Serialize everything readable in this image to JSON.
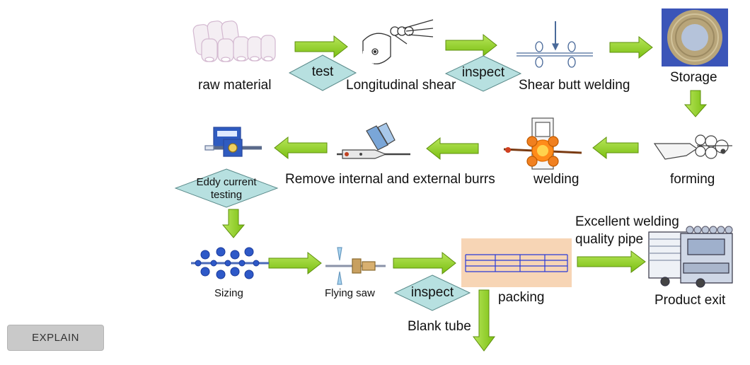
{
  "steps": {
    "raw_material": "raw material",
    "longitudinal_shear": "Longitudinal shear",
    "shear_butt_welding": "Shear butt welding",
    "storage": "Storage",
    "forming": "forming",
    "welding": "welding",
    "remove_burrs": "Remove internal and external burrs",
    "sizing": "Sizing",
    "flying_saw": "Flying saw",
    "packing": "packing",
    "product_exit": "Product exit"
  },
  "checks": {
    "test": "test",
    "inspect_1": "inspect",
    "eddy_line1": "Eddy current",
    "eddy_line2": "testing",
    "inspect_2": "inspect"
  },
  "notes": {
    "excellent_line1": "Excellent welding",
    "excellent_line2": "quality pipe",
    "blank_tube": "Blank tube"
  },
  "button": {
    "explain": "EXPLAIN"
  },
  "colors": {
    "arrow": "#8ecd1e",
    "arrow_stroke": "#5e8f0c",
    "diamond": "#b7e0e0",
    "diamond_stroke": "#5a8a8a",
    "packing_bg": "#f7d5b5",
    "packing_lines": "#2a3ad8"
  }
}
